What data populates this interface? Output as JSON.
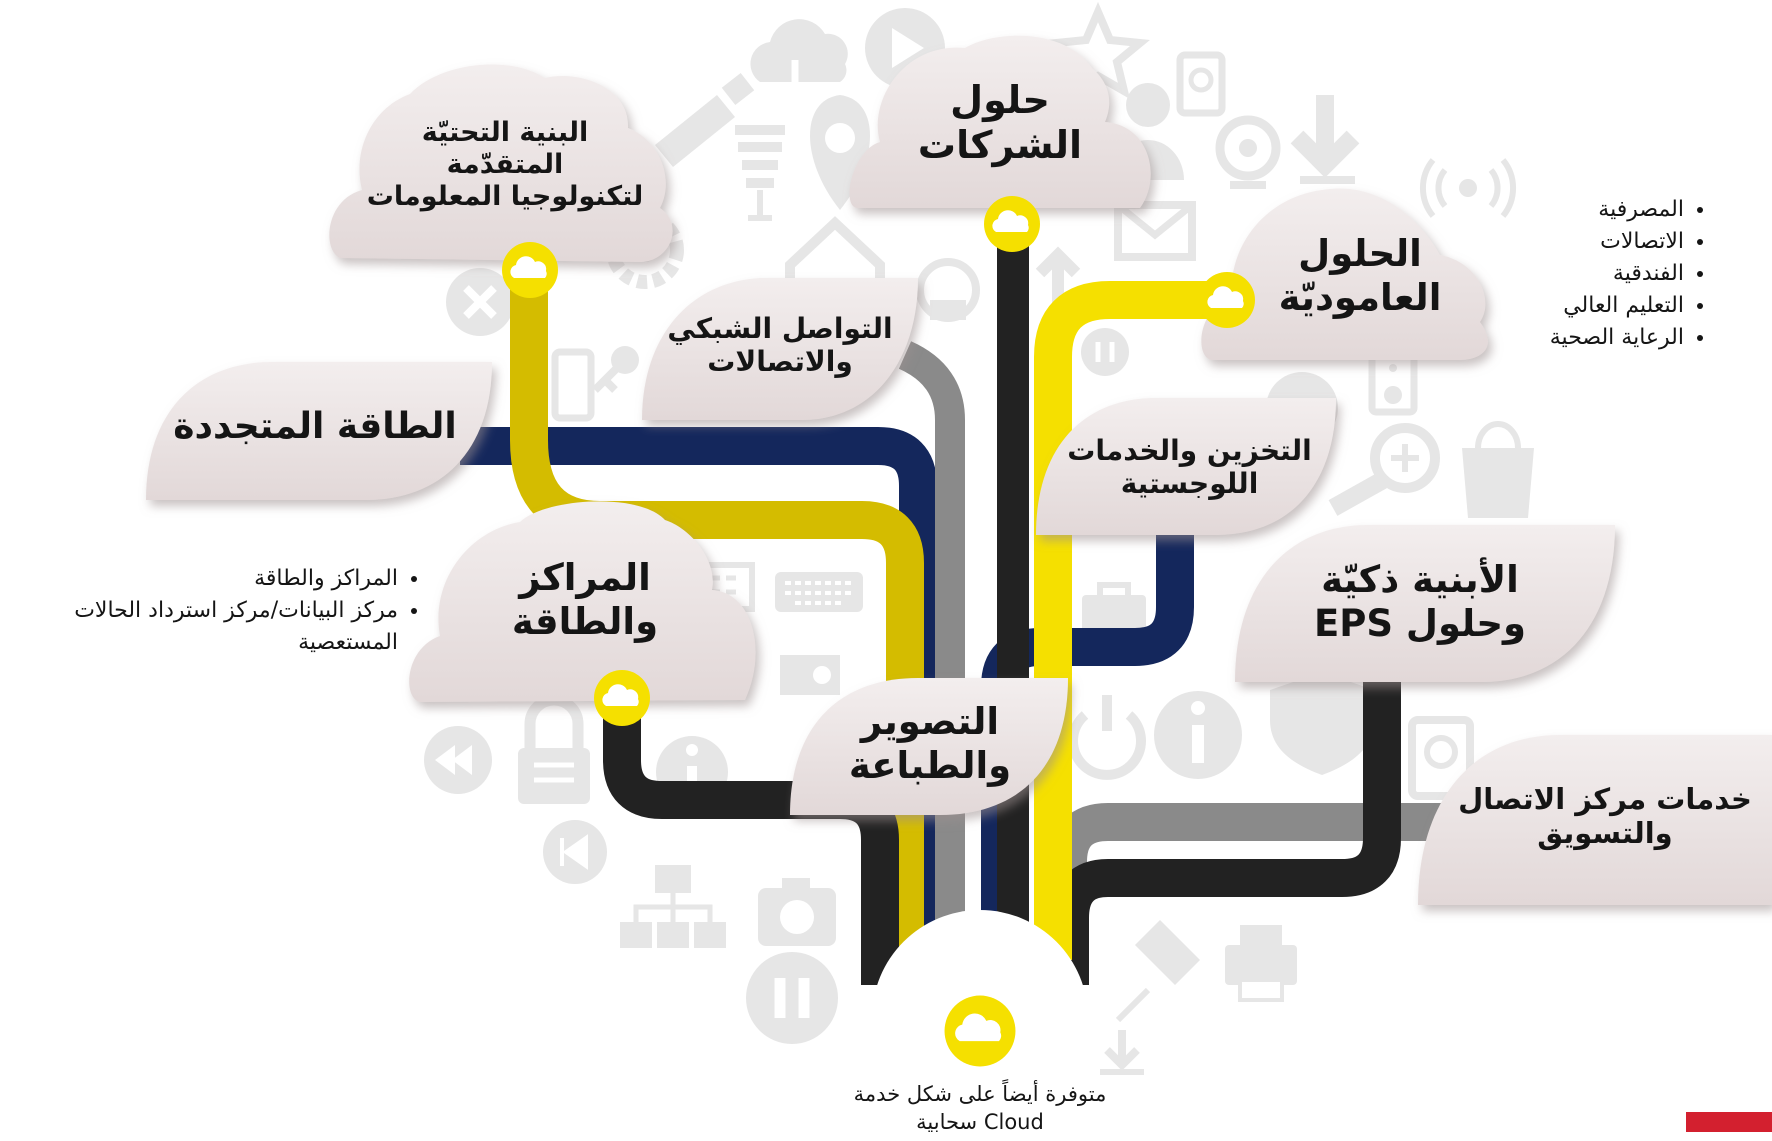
{
  "nodes": {
    "corporate": {
      "lines": [
        "حلول",
        "الشركات"
      ]
    },
    "it_infra": {
      "lines": [
        "البنية التحتيّة",
        "المتقدّمة",
        "لتكنولوجيا المعلومات"
      ]
    },
    "vertical": {
      "lines": [
        "الحلول",
        "العاموديّة"
      ]
    },
    "networking": {
      "lines": [
        "التواصل الشبكي",
        "والاتصالات"
      ]
    },
    "renewable": {
      "lines": [
        "الطاقة المتجددة"
      ]
    },
    "storage": {
      "lines": [
        "التخزين والخدمات",
        "اللوجستية"
      ]
    },
    "centers_power": {
      "lines": [
        "المراكز",
        "والطاقة"
      ]
    },
    "smart_buildings": {
      "lines": [
        "الأبنية ذكيّة",
        "وحلول EPS"
      ]
    },
    "imaging": {
      "lines": [
        "التصوير",
        "والطباعة"
      ]
    },
    "contact_center": {
      "lines": [
        "خدمات مركز الاتصال",
        "والتسويق"
      ]
    }
  },
  "vertical_list": [
    "المصرفية",
    "الاتصالات",
    "الفندقية",
    "التعليم العالي",
    "الرعاية الصحية"
  ],
  "centers_list": [
    "المراكز والطاقة",
    "مركز البيانات/مركز استرداد الحالات المستعصية"
  ],
  "cloud_note": {
    "line1": "متوفرة أيضاً على شكل خدمة",
    "line2": "Cloud سحابية"
  },
  "colors": {
    "navy": "#14275c",
    "gray": "#8a8a8a",
    "black": "#222222",
    "yellow": "#f5e000",
    "gold": "#d4bc00",
    "cloud_fill": "#ebe3e3",
    "cloud_shadow": "#c9c0c0",
    "bg_icon": "#e6e6e6",
    "red": "#d3202f"
  },
  "icons": [
    "cloud-download-icon",
    "play-icon",
    "star-icon",
    "hard-drive-icon",
    "user-icon",
    "webcam-icon",
    "download-icon",
    "envelope-icon",
    "wifi-icon",
    "lightbulb-icon",
    "location-pin-icon",
    "home-icon",
    "phone-icon",
    "upload-icon",
    "close-icon",
    "gear-icon",
    "pause-icon",
    "key-icon",
    "magnifier-icon",
    "shopping-bag-icon",
    "briefcase-icon",
    "keyboard-icon",
    "calculator-icon",
    "power-icon",
    "info-icon",
    "shield-icon",
    "rewind-icon",
    "lock-icon",
    "skip-back-icon",
    "sitemap-icon",
    "camera-icon",
    "pushpin-icon",
    "printer-icon",
    "projector-icon",
    "usb-icon",
    "mobile-icon",
    "speaker-icon"
  ]
}
